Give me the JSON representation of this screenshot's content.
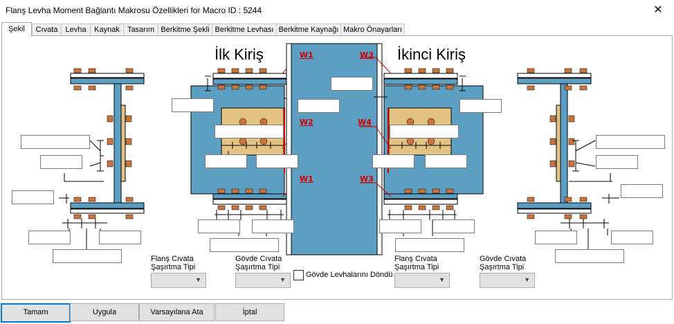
{
  "window": {
    "title": "Flanş Levha Moment Bağlantı Makrosu Özellikleri for Macro ID : 5244",
    "close_glyph": "✕"
  },
  "tabs": [
    "Şekil",
    "Cıvata",
    "Levha",
    "Kaynak",
    "Tasarım",
    "Berkitme Şekli",
    "Berkitme Levhası",
    "Berkitme Kaynağı",
    "Makro Önayarları"
  ],
  "diagram": {
    "first_beam_title": "İlk Kiriş",
    "second_beam_title": "İkinci Kiriş",
    "weld_labels": {
      "w1_top": "W1",
      "w2": "W2",
      "w1_bottom": "W1",
      "w3_top": "W3",
      "w4": "W4",
      "w3_bottom": "W3"
    },
    "colors": {
      "steel": "#5c9fc3",
      "plate": "#e3c384",
      "bolt": "#c8743c",
      "dim": "#000000",
      "weld": "#d00000"
    }
  },
  "bottom": {
    "flange_bolt_stagger_left": "Flanş Cıvata\nŞaşırtma Tipi",
    "web_bolt_stagger_left": "Gövde Cıvata\nŞaşırtma Tipi",
    "rotate_web_plates": "Gövde Levhalarını Döndür",
    "flange_bolt_stagger_right": "Flanş Cıvata\nŞaşırtma Tipi",
    "web_bolt_stagger_right": "Gövde Cıvata\nŞaşırtma Tipi"
  },
  "buttons": {
    "ok": "Tamam",
    "apply": "Uygula",
    "defaults": "Varsayılana Ata",
    "cancel": "İptal"
  }
}
